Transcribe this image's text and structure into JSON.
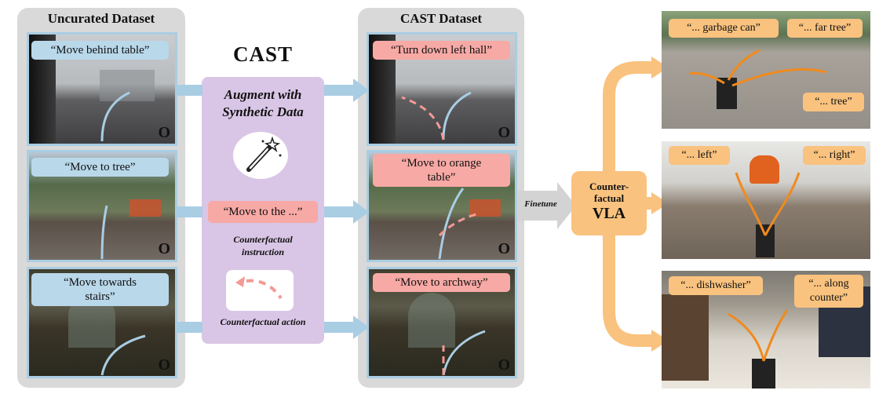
{
  "left_panel": {
    "title": "Uncurated Dataset",
    "items": [
      {
        "instruction": "“Move behind table”",
        "mark": "O"
      },
      {
        "instruction": "“Move to tree”",
        "mark": "O"
      },
      {
        "instruction_line1": "“Move towards",
        "instruction_line2": "stairs”",
        "mark": "O"
      }
    ]
  },
  "center": {
    "title": "CAST",
    "augment_line1": "Augment with",
    "augment_line2": "Synthetic Data",
    "counterfactual_label": "“Move to the ...”",
    "counterfactual_instruction_line1": "Counterfactual",
    "counterfactual_instruction_line2": "instruction",
    "counterfactual_action": "Counterfactual action",
    "icons": [
      "magic-wand-icon",
      "dashed-arc-arrow-icon"
    ]
  },
  "right_panel": {
    "title": "CAST Dataset",
    "items": [
      {
        "instruction": "“Turn down left hall”",
        "mark": "O"
      },
      {
        "instruction_line1": "“Move to orange",
        "instruction_line2": "table”",
        "mark": "O"
      },
      {
        "instruction": "“Move to archway”",
        "mark": "O"
      }
    ]
  },
  "finetune": "Finetune",
  "vla": {
    "line1": "Counter-",
    "line2": "factual",
    "line3": "VLA"
  },
  "outputs": [
    {
      "labels": [
        "“... garbage can”",
        "“... far tree”",
        "“... tree”"
      ]
    },
    {
      "labels": [
        "“... left”",
        "“... right”"
      ]
    },
    {
      "labels": [
        "“... dishwasher”",
        "“... along",
        "counter”"
      ]
    }
  ],
  "colors": {
    "panel_gray": "#d9d9d9",
    "blue_label": "#b9d8ea",
    "red_label": "#f7a9a5",
    "orange": "#f9c27f",
    "purple": "#d9c6e6",
    "blue_arrow": "#a9cde3"
  }
}
